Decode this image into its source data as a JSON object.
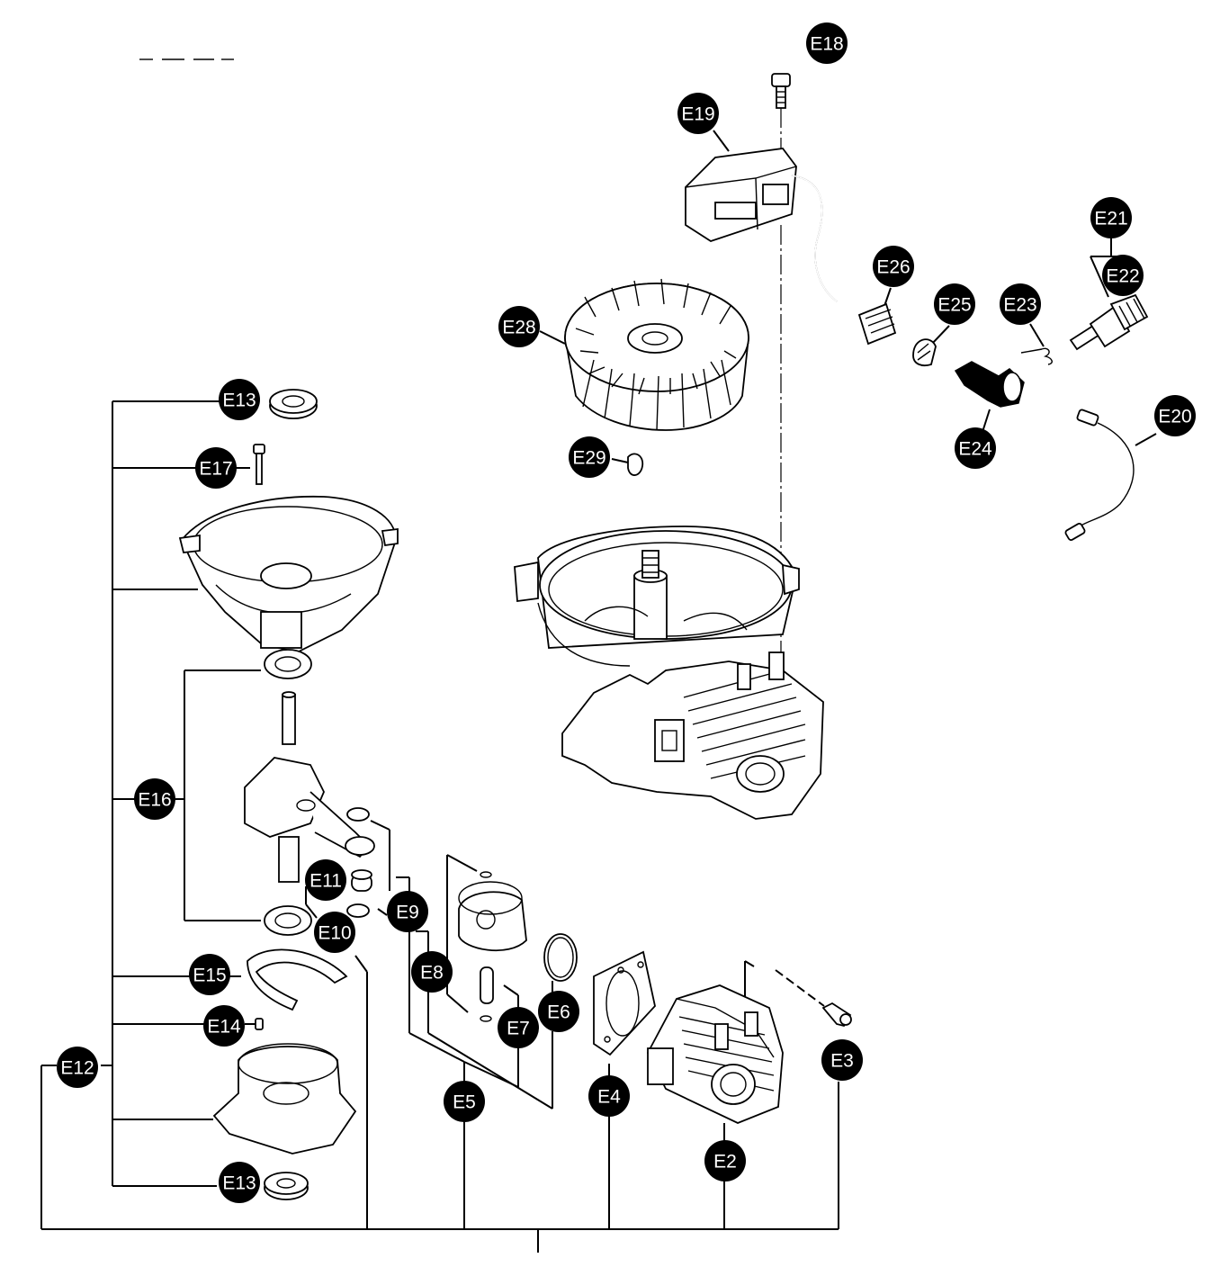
{
  "callouts": [
    "E2",
    "E3",
    "E4",
    "E5",
    "E6",
    "E7",
    "E8",
    "E9",
    "E10",
    "E11",
    "E12",
    "E13",
    "E14",
    "E15",
    "E16",
    "E17",
    "E18",
    "E19",
    "E20",
    "E21",
    "E22",
    "E23",
    "E24",
    "E25",
    "E26",
    "E28",
    "E29"
  ],
  "header_fragment": "- - -  - -"
}
